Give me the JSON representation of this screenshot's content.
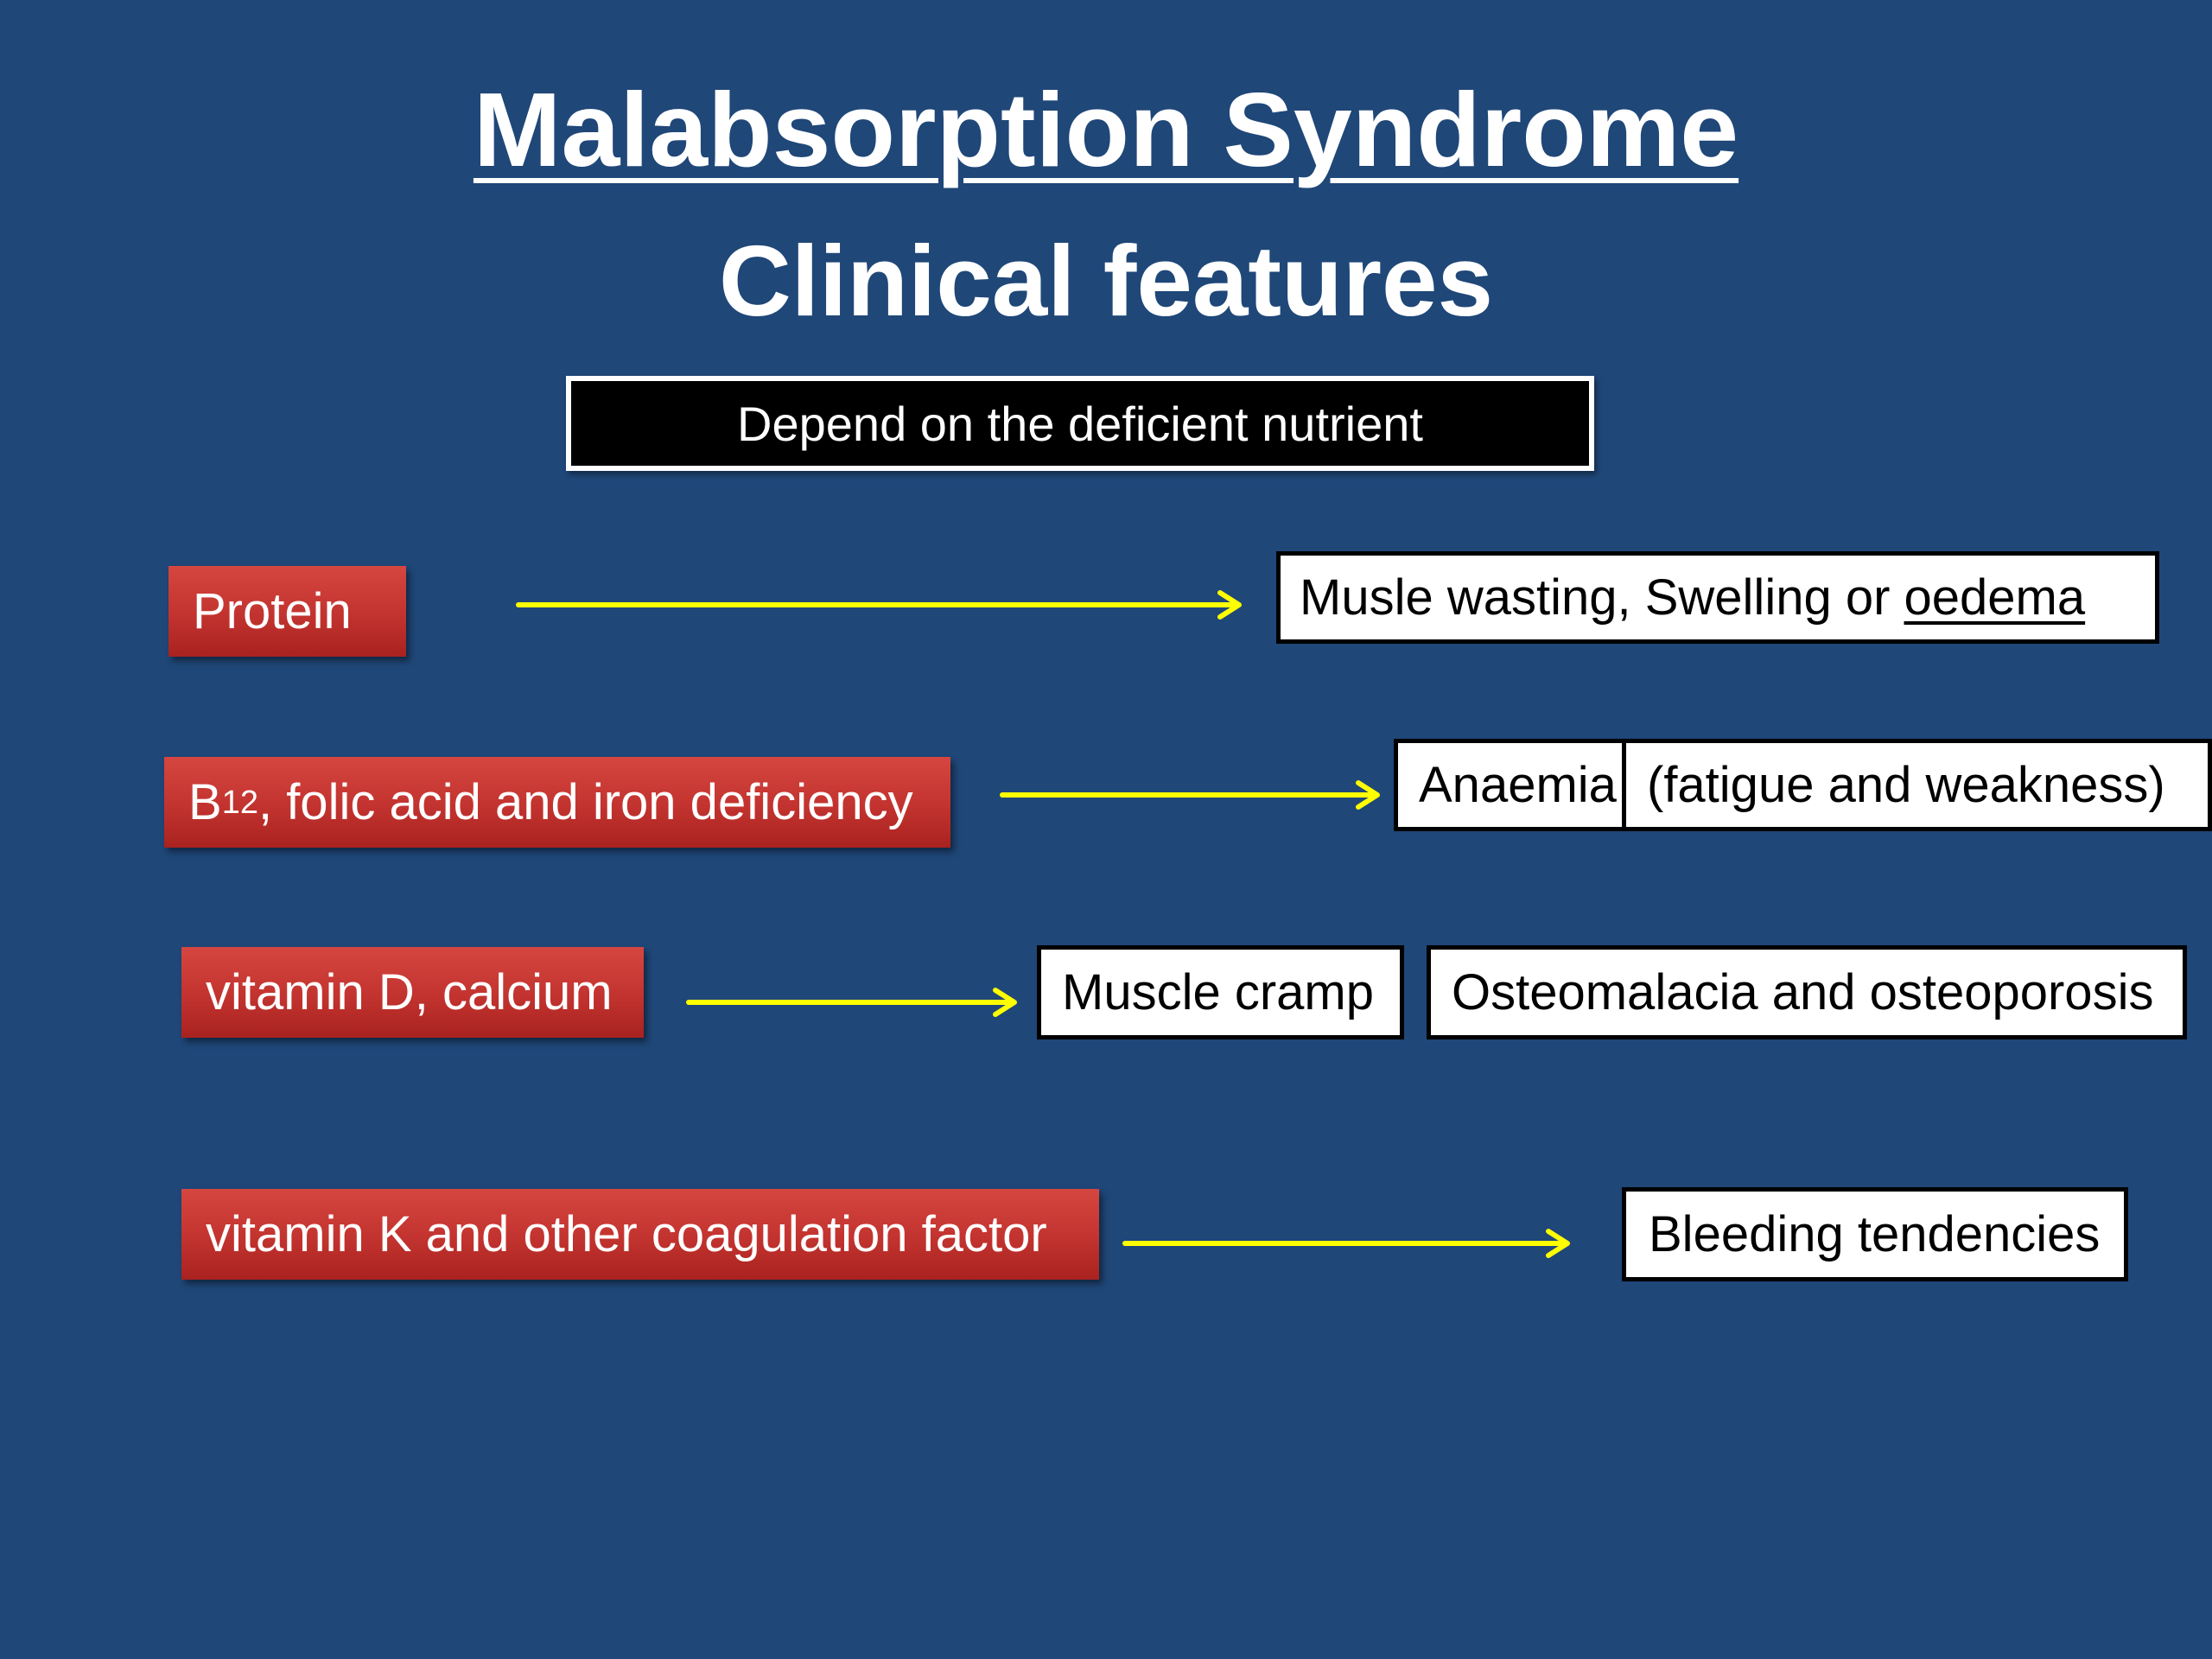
{
  "slide": {
    "title": "Malabsorption Syndrome",
    "subtitle": "Clinical features",
    "banner": "Depend on the deficient nutrient"
  },
  "rows": [
    {
      "cause": {
        "text_main": "Protein",
        "text_sub": "",
        "text_rest": ""
      },
      "effects": [
        {
          "text": "Musle wasting, Swelling or ",
          "underlined": "oedema"
        }
      ]
    },
    {
      "cause": {
        "text_main": "B",
        "text_sub": "12",
        "text_rest": ", folic acid and iron deficiency"
      },
      "effects": [
        {
          "text": "Anaemia"
        },
        {
          "text": "(fatigue and weakness)"
        }
      ]
    },
    {
      "cause": {
        "text_main": "vitamin D, calcium",
        "text_sub": "",
        "text_rest": ""
      },
      "effects": [
        {
          "text": "Muscle cramp"
        },
        {
          "text": "Osteomalacia and osteoporosis"
        }
      ]
    },
    {
      "cause": {
        "text_main": "vitamin K and other coagulation factor",
        "text_sub": "",
        "text_rest": ""
      },
      "effects": [
        {
          "text": "Bleeding tendencies"
        }
      ]
    }
  ],
  "colors": {
    "background": "#1f4778",
    "cause_box": "#c2332f",
    "arrow": "#ffff00",
    "banner": "#000000",
    "effect_box": "#ffffff"
  }
}
